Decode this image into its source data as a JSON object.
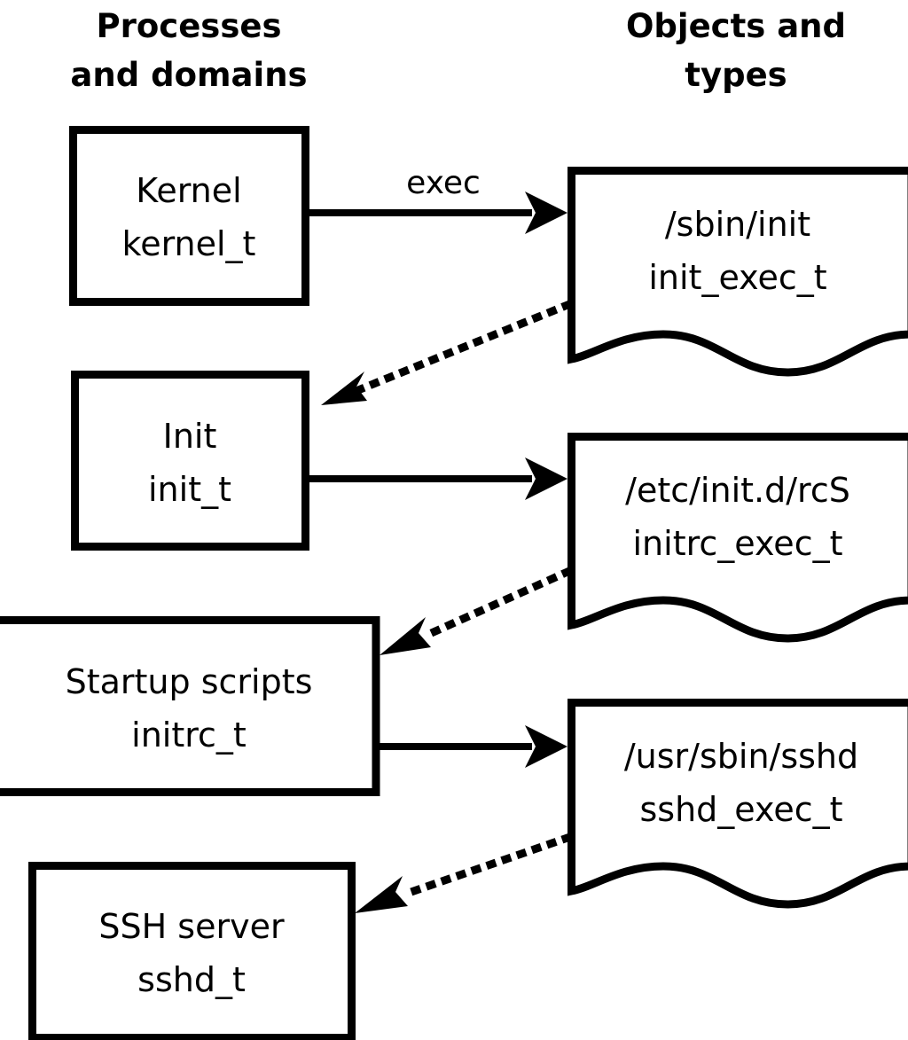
{
  "diagram": {
    "title_left": "Processes\nand domains",
    "columns": [
      {
        "id": "processes",
        "line1": "Processes",
        "line2": "and domains"
      },
      {
        "id": "objects",
        "line1": "Objects and",
        "line2": "types"
      }
    ],
    "colors": {
      "stroke": "#000000",
      "fill": "#ffffff",
      "text": "#000000",
      "background": "#ffffff"
    },
    "process_nodes": [
      {
        "id": "kernel",
        "line1": "Kernel",
        "line2": "kernel_t"
      },
      {
        "id": "init",
        "line1": "Init",
        "line2": "init_t"
      },
      {
        "id": "initrc",
        "line1": "Startup scripts",
        "line2": "initrc_t"
      },
      {
        "id": "sshd",
        "line1": "SSH server",
        "line2": "sshd_t"
      }
    ],
    "object_nodes": [
      {
        "id": "init_exec",
        "line1": "/sbin/init",
        "line2": "init_exec_t"
      },
      {
        "id": "initrc_exec",
        "line1": "/etc/init.d/rcS",
        "line2": "initrc_exec_t"
      },
      {
        "id": "sshd_exec",
        "line1": "/usr/sbin/sshd",
        "line2": "sshd_exec_t"
      }
    ],
    "edges": [
      {
        "id": "kernel-to-init_exec",
        "from": "kernel",
        "to": "init_exec",
        "style": "solid",
        "label": "exec"
      },
      {
        "id": "init_exec-to-init",
        "from": "init_exec",
        "to": "init",
        "style": "dotted",
        "label": ""
      },
      {
        "id": "init-to-initrc_exec",
        "from": "init",
        "to": "initrc_exec",
        "style": "solid",
        "label": ""
      },
      {
        "id": "initrc_exec-to-initrc",
        "from": "initrc_exec",
        "to": "initrc",
        "style": "dotted",
        "label": ""
      },
      {
        "id": "initrc-to-sshd_exec",
        "from": "initrc",
        "to": "sshd_exec",
        "style": "solid",
        "label": ""
      },
      {
        "id": "sshd_exec-to-sshd",
        "from": "sshd_exec",
        "to": "sshd",
        "style": "dotted",
        "label": ""
      }
    ]
  }
}
